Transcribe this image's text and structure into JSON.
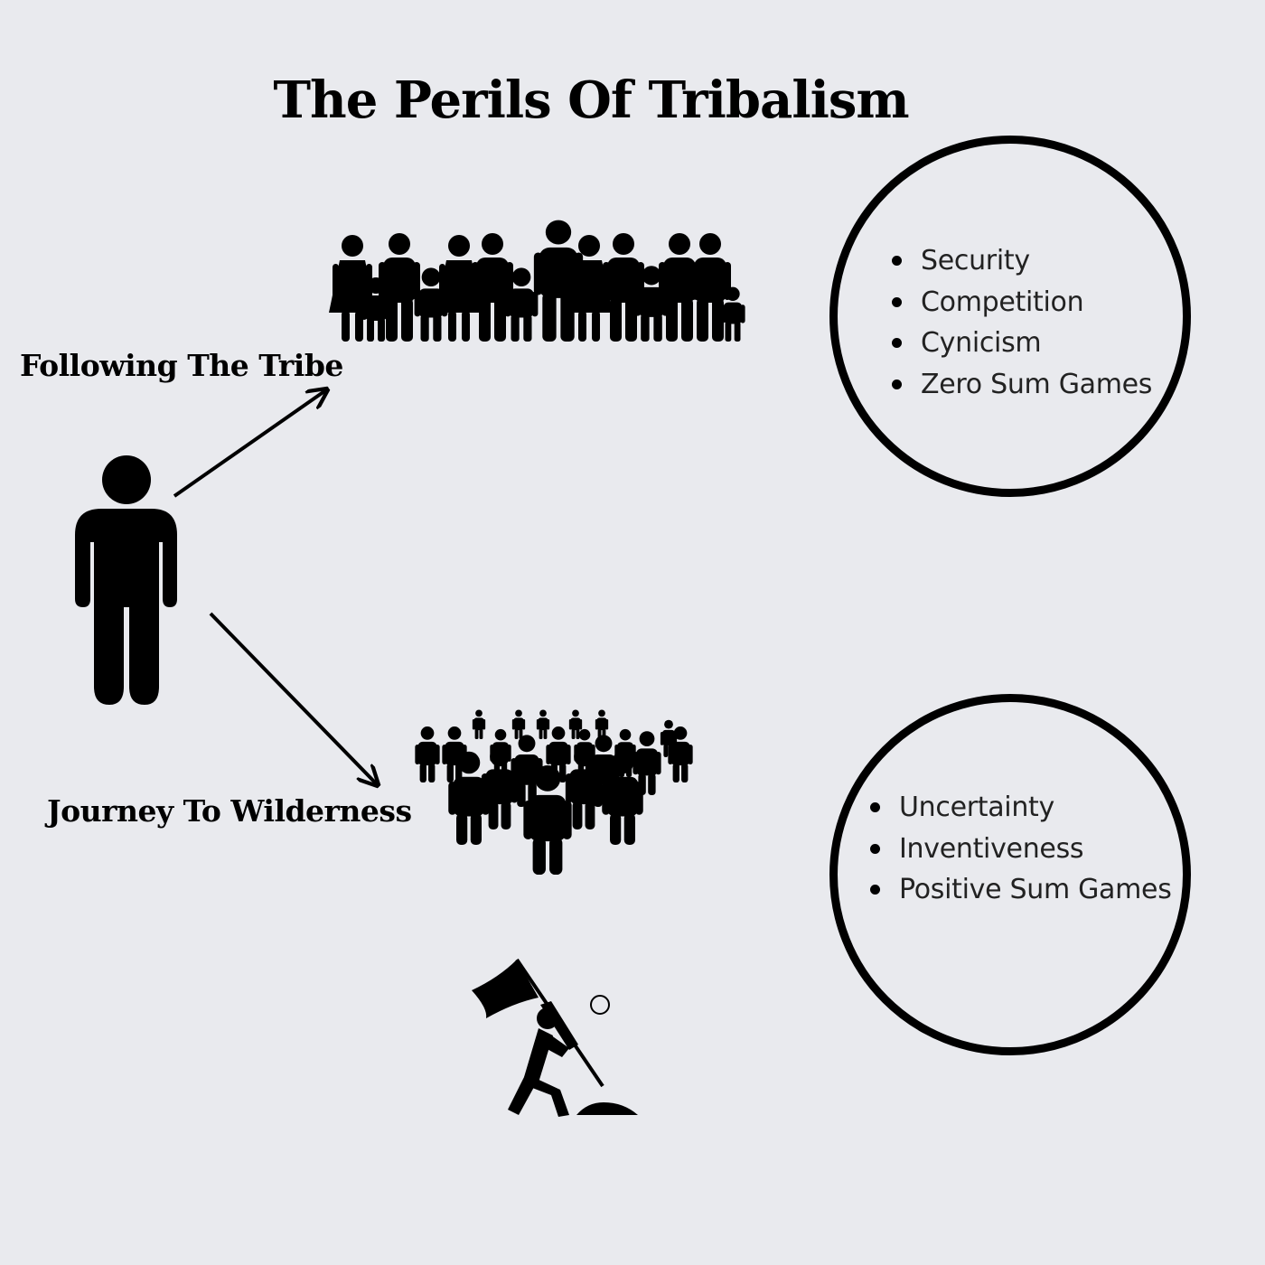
{
  "title": "The Perils Of Tribalism",
  "paths": [
    {
      "label": "Following The Tribe",
      "traits": [
        "Security",
        "Competition",
        "Cynicism",
        "Zero Sum Games"
      ]
    },
    {
      "label": "Journey To Wilderness",
      "traits": [
        "Uncertainty",
        "Inventiveness",
        "Positive Sum Games"
      ]
    }
  ],
  "icons": {
    "individual": "person-icon",
    "tribe": "family-group-icon",
    "crowd": "crowd-icon",
    "explorer": "flag-planting-person-icon"
  },
  "colors": {
    "background": "#e9eaee",
    "ink": "#000000"
  }
}
